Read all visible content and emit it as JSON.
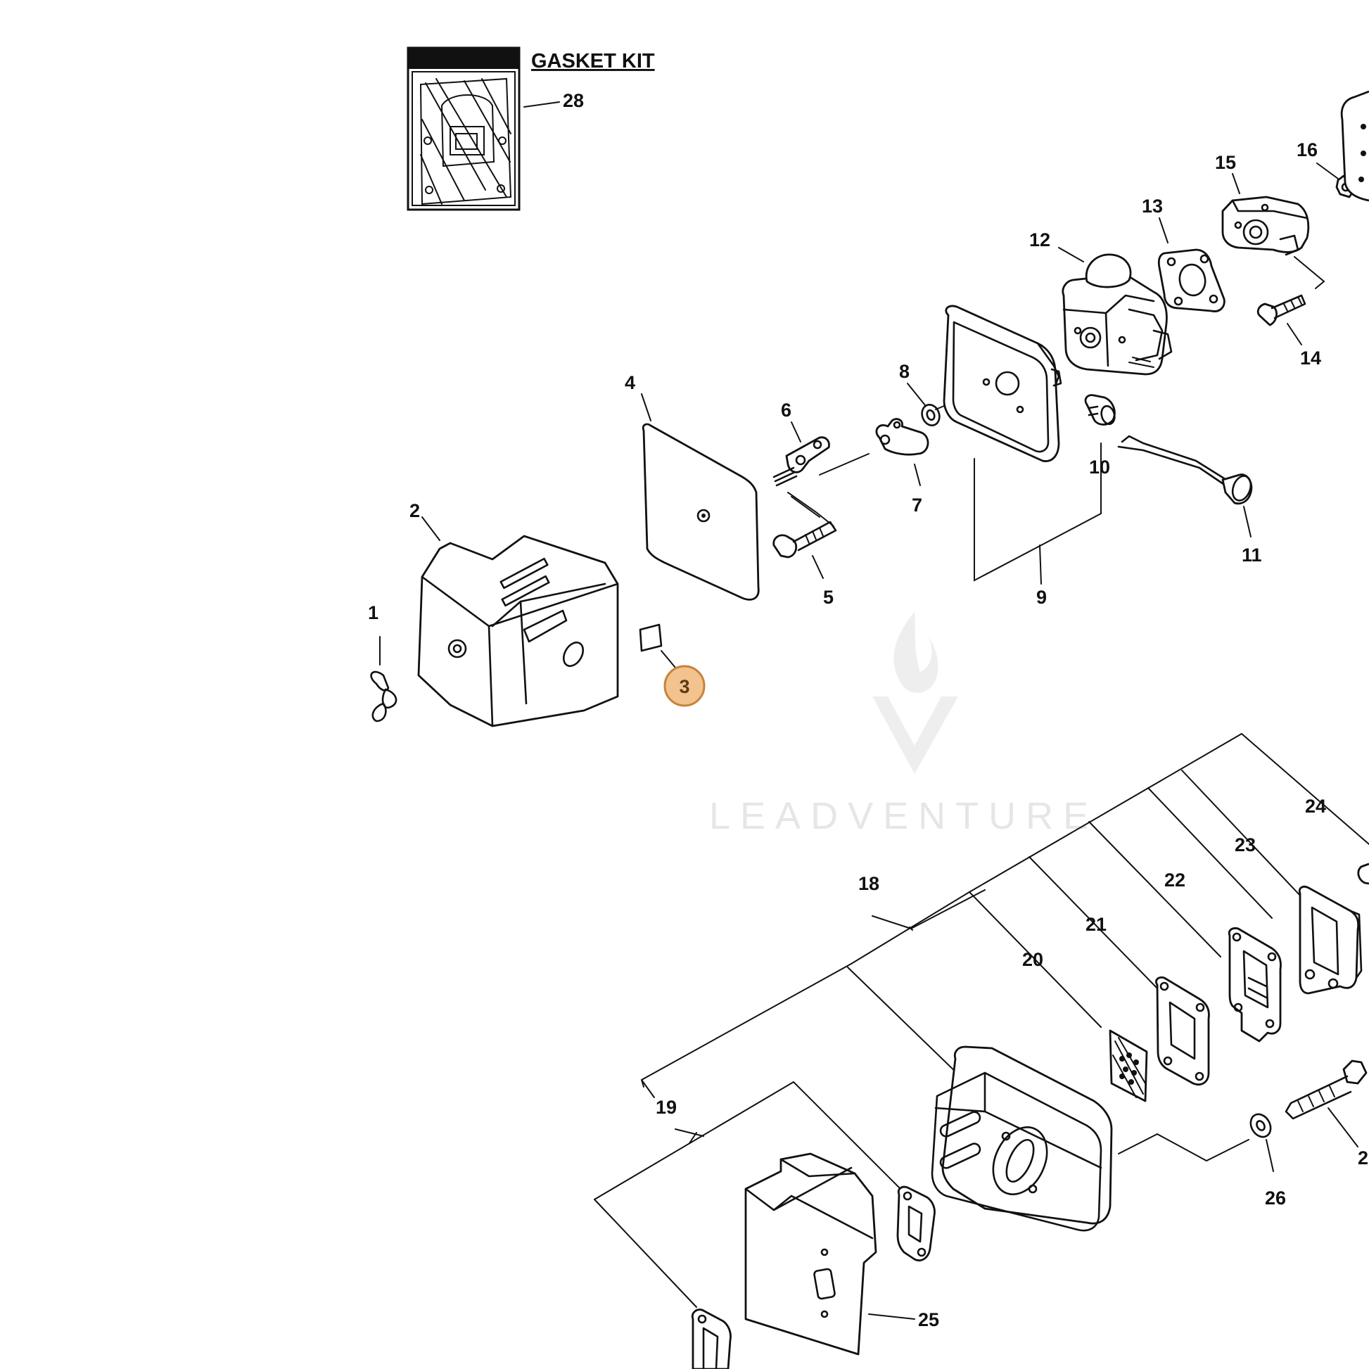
{
  "gasket_kit": {
    "title": "GASKET KIT",
    "number": "28"
  },
  "watermark": {
    "text": "LEADVENTURE"
  },
  "highlighted_part": "3",
  "colors": {
    "highlight_fill": "#f2c28f",
    "highlight_stroke": "#c8823a",
    "line": "#111111",
    "watermark": "#e6e6e6"
  },
  "callouts": {
    "p1": "1",
    "p2": "2",
    "p3": "3",
    "p4": "4",
    "p5": "5",
    "p6": "6",
    "p7": "7",
    "p8": "8",
    "p9": "9",
    "p10": "10",
    "p11": "11",
    "p12": "12",
    "p13": "13",
    "p14": "14",
    "p15": "15",
    "p16": "16",
    "p18": "18",
    "p19": "19",
    "p20": "20",
    "p21": "21",
    "p22": "22",
    "p23": "23",
    "p24": "24",
    "p25": "25",
    "p26": "26",
    "p27": "2"
  }
}
